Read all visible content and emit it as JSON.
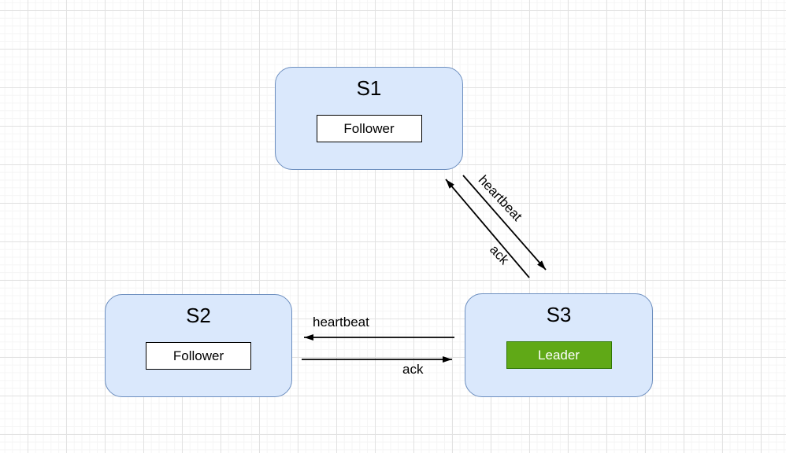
{
  "diagram": {
    "type": "cluster-topology",
    "nodes": [
      {
        "id": "S1",
        "title": "S1",
        "role": "Follower",
        "role_style": "follower"
      },
      {
        "id": "S2",
        "title": "S2",
        "role": "Follower",
        "role_style": "follower"
      },
      {
        "id": "S3",
        "title": "S3",
        "role": "Leader",
        "role_style": "leader"
      }
    ],
    "edges": [
      {
        "id": "s1-s3-upper-diagonal",
        "label": "heartbeat",
        "arrow_points_to": "S3",
        "route": "diagonal"
      },
      {
        "id": "s1-s3-lower-diagonal",
        "label": "ack",
        "arrow_points_to": "S1",
        "route": "diagonal"
      },
      {
        "id": "s2-s3-upper-horizontal",
        "label": "heartbeat",
        "arrow_points_to": "S2",
        "route": "horizontal"
      },
      {
        "id": "s2-s3-lower-horizontal",
        "label": "ack",
        "arrow_points_to": "S3",
        "route": "horizontal"
      }
    ]
  },
  "colors": {
    "canvasBg": "#ffffff",
    "gridMinor": "#f5f5f5",
    "gridMajor": "#e2e2e2",
    "nodeFill": "#dae8fc",
    "nodeBorder": "#6c8ebf",
    "roleFollowerFill": "#ffffff",
    "roleFollowerBorder": "#000000",
    "roleLeaderFill": "#60a917",
    "roleLeaderBorder": "#2d7600",
    "roleLeaderText": "#ffffff",
    "edgeColor": "#000000",
    "textColor": "#000000"
  }
}
